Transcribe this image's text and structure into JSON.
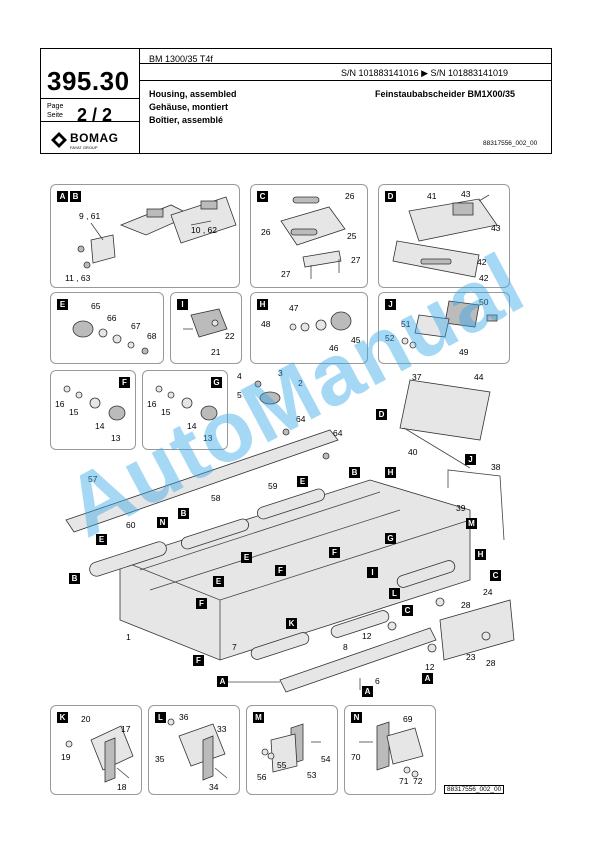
{
  "header": {
    "page_number": "395.30",
    "page_label_de": "Page",
    "page_label_en": "Seite",
    "page": "2 / 2",
    "logo_text": "BOMAG",
    "logo_sub": "FAYAT GROUP",
    "model": "BM 1300/35 T4f",
    "serial_range": "S/N 101883141016  ▶  S/N 101883141019",
    "title_en": "Housing, assembled",
    "title_de": "Gehäuse, montiert",
    "title_fr": "Boîtier, assemblé",
    "subtitle": "Feinstaubabscheider BM1X00/35",
    "doc_ref": "88317556_002_00"
  },
  "panels": [
    {
      "tags": [
        "A",
        "B"
      ],
      "numbers": [
        "9 , 61",
        "10 , 62",
        "11 , 63"
      ]
    },
    {
      "tags": [
        "C"
      ],
      "numbers": [
        "26",
        "26",
        "25",
        "27",
        "27"
      ]
    },
    {
      "tags": [
        "D"
      ],
      "numbers": [
        "41",
        "43",
        "43",
        "42",
        "42"
      ]
    },
    {
      "tags": [
        "E"
      ],
      "numbers": [
        "65",
        "66",
        "67",
        "68"
      ]
    },
    {
      "tags": [
        "I"
      ],
      "numbers": [
        "22",
        "21"
      ]
    },
    {
      "tags": [
        "H"
      ],
      "numbers": [
        "47",
        "48",
        "45",
        "46"
      ]
    },
    {
      "tags": [
        "J"
      ],
      "numbers": [
        "50",
        "51",
        "52",
        "49"
      ]
    },
    {
      "tags": [
        "F"
      ],
      "numbers": [
        "16",
        "15",
        "14",
        "13"
      ]
    },
    {
      "tags": [
        "G"
      ],
      "numbers": [
        "16",
        "15",
        "14",
        "13"
      ]
    },
    {
      "tags": [
        "K"
      ],
      "numbers": [
        "20",
        "17",
        "19",
        "18"
      ]
    },
    {
      "tags": [
        "L"
      ],
      "numbers": [
        "36",
        "33",
        "35",
        "34"
      ]
    },
    {
      "tags": [
        "M"
      ],
      "numbers": [
        "55",
        "54",
        "56",
        "53"
      ]
    },
    {
      "tags": [
        "N"
      ],
      "numbers": [
        "69",
        "70",
        "71",
        "72"
      ]
    }
  ],
  "main_numbers": [
    "4",
    "3",
    "2",
    "5",
    "64",
    "64",
    "37",
    "44",
    "D",
    "40",
    "38",
    "39",
    "57",
    "58",
    "59",
    "60",
    "1",
    "7",
    "8",
    "6",
    "12",
    "12",
    "28",
    "24",
    "23",
    "28"
  ],
  "main_tags": [
    "B",
    "H",
    "E",
    "E",
    "B",
    "N",
    "G",
    "E",
    "M",
    "B",
    "F",
    "H",
    "C",
    "F",
    "E",
    "F",
    "I",
    "L",
    "C",
    "K",
    "F",
    "A",
    "A",
    "A",
    "J"
  ],
  "bottom_ref": "88317556_002_00",
  "watermark": "AutoManual"
}
